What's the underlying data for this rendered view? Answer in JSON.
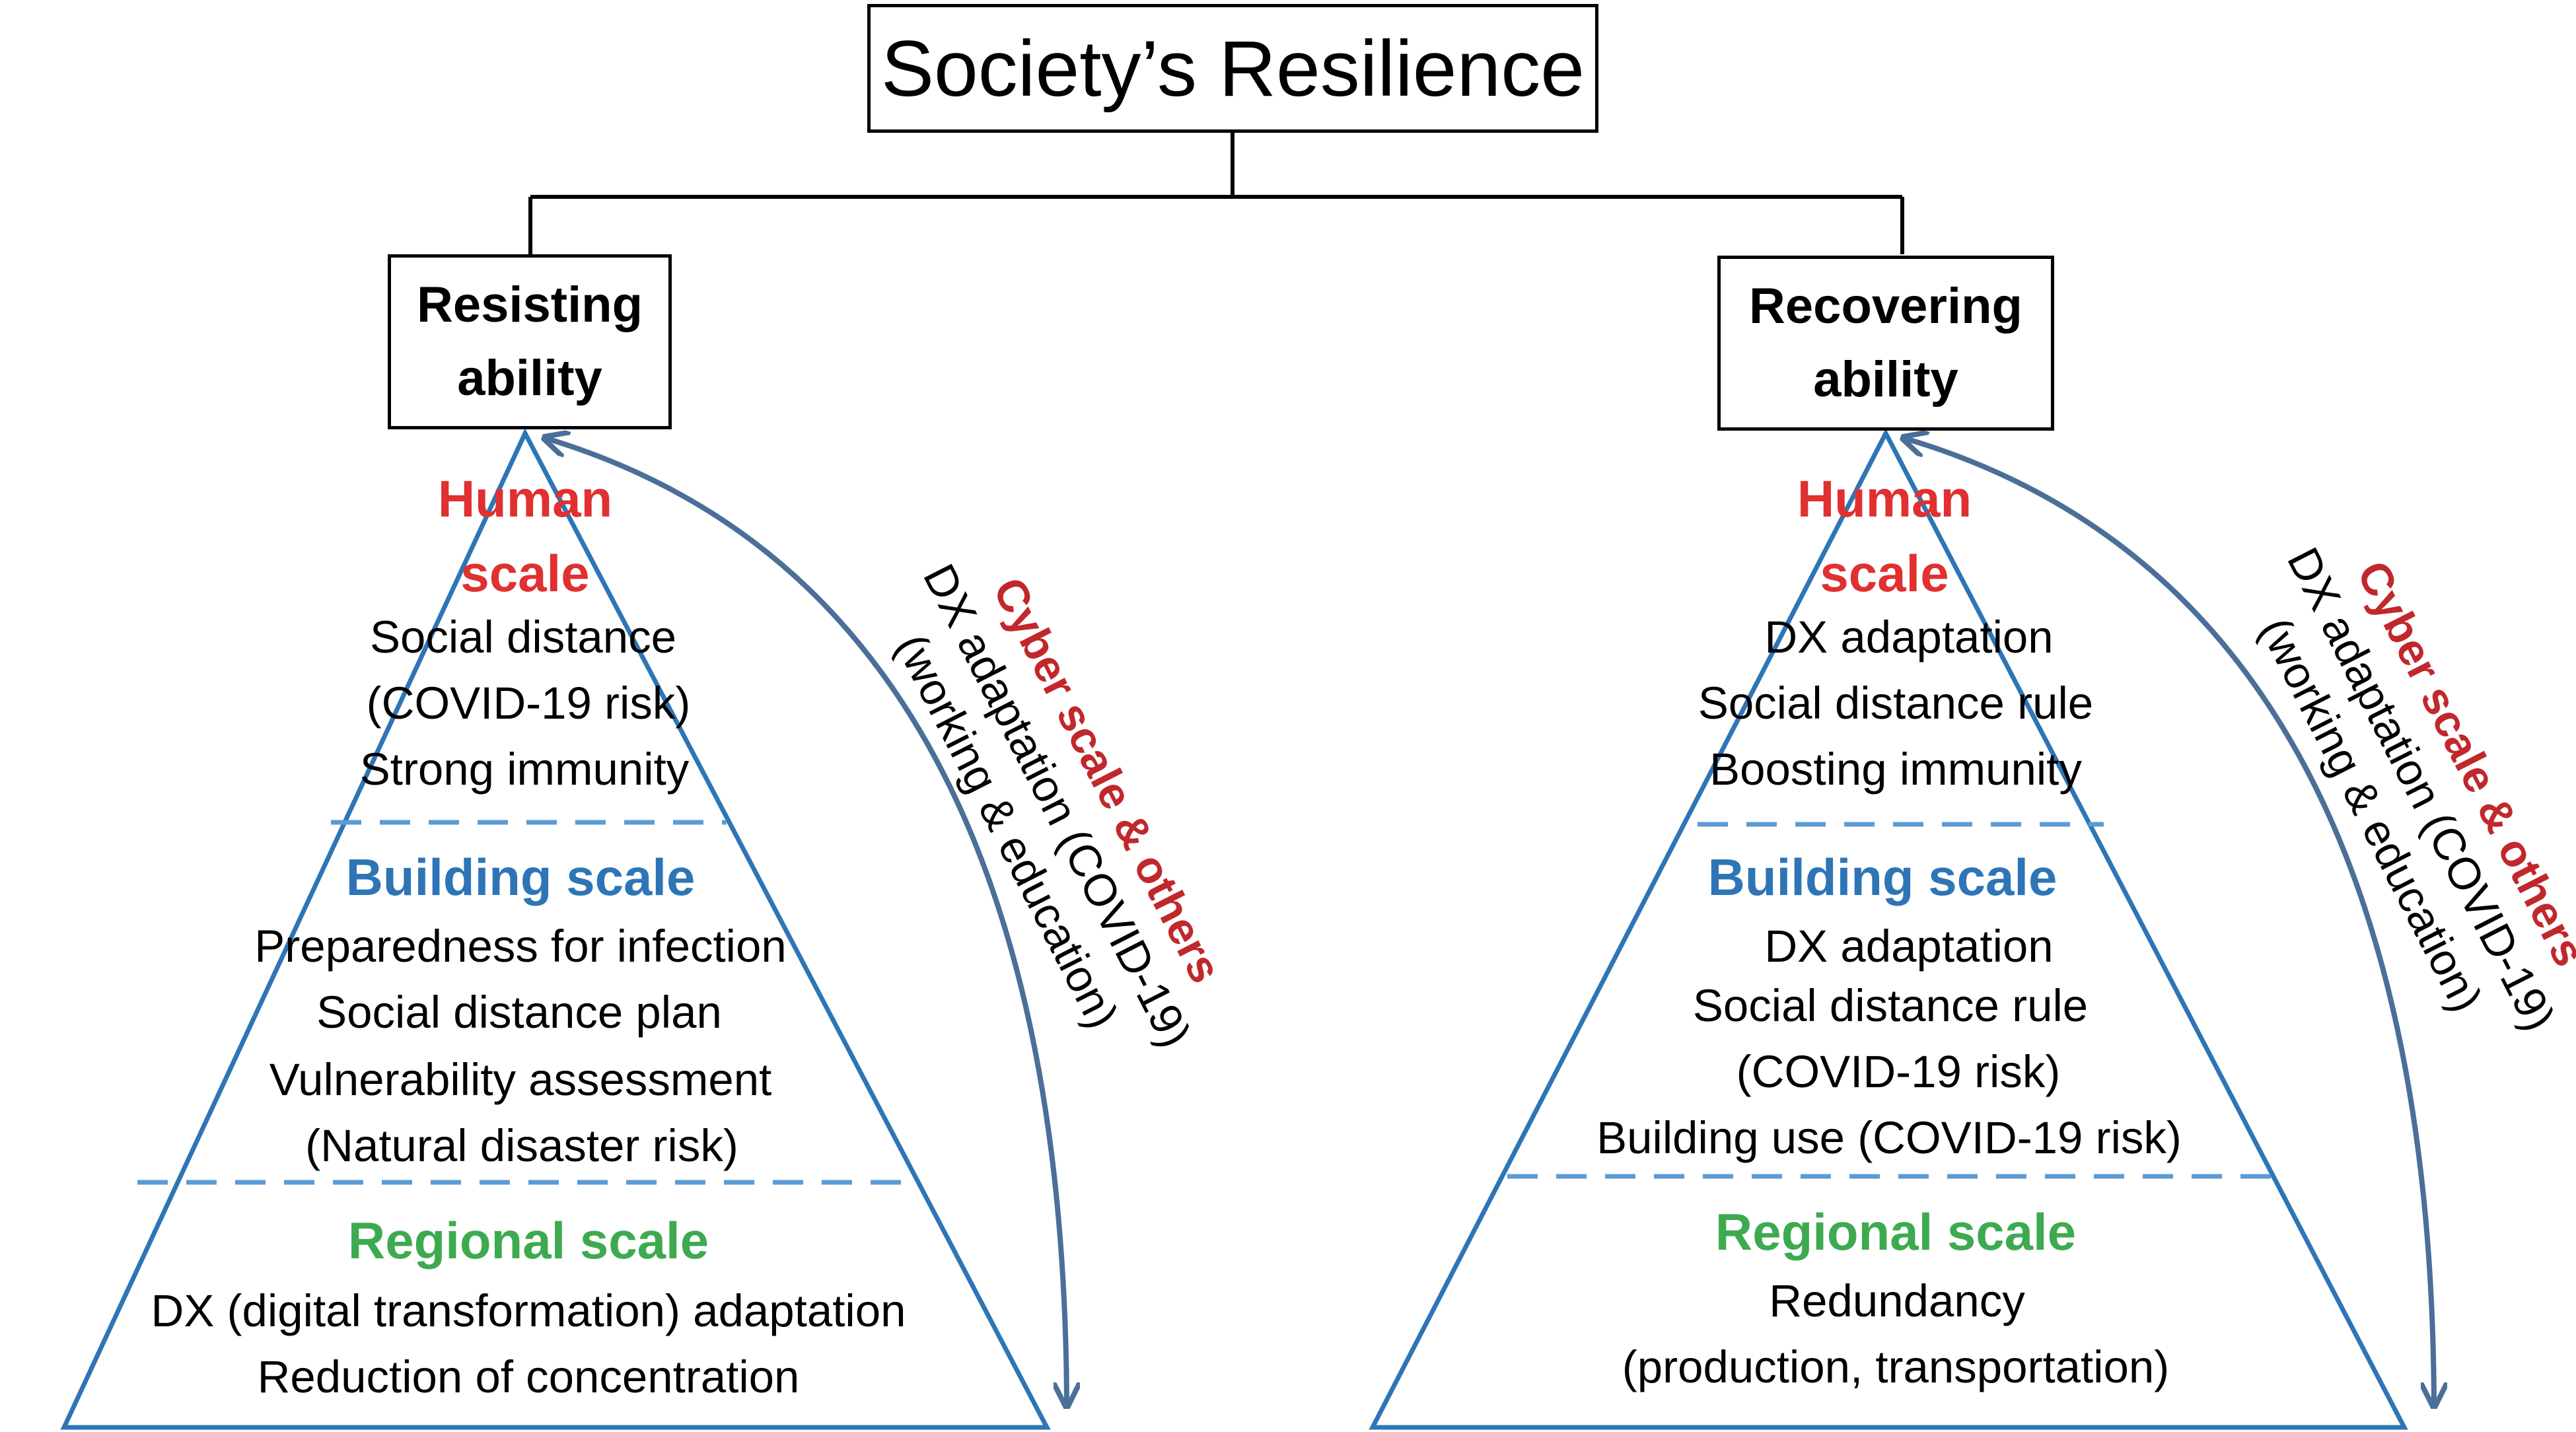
{
  "root": {
    "title": "Society’s Resilience"
  },
  "colors": {
    "human": "#e03030",
    "building": "#2e75b6",
    "regional": "#3daa50",
    "cyber": "#c0282c",
    "pyramid": "#2e75b6",
    "arrow": "#4a6f98"
  },
  "left": {
    "title_line1": "Resisting",
    "title_line2": "ability",
    "human": {
      "label_line1": "Human",
      "label_line2": "scale",
      "items": [
        "Social distance",
        "(COVID-19 risk)",
        "Strong immunity"
      ]
    },
    "building": {
      "label": "Building scale",
      "items": [
        "Preparedness for infection",
        "Social distance plan",
        "Vulnerability assessment",
        "(Natural disaster risk)"
      ]
    },
    "regional": {
      "label": "Regional scale",
      "items": [
        "DX (digital transformation) adaptation",
        "Reduction of concentration"
      ]
    },
    "cyber": {
      "label": "Cyber scale & others",
      "line2": "DX adaptation (COVID-19)",
      "line3": "(working & education)"
    }
  },
  "right": {
    "title_line1": "Recovering",
    "title_line2": "ability",
    "human": {
      "label_line1": "Human",
      "label_line2": "scale",
      "items": [
        "DX adaptation",
        "Social distance rule",
        "Boosting immunity"
      ]
    },
    "building": {
      "label": "Building scale",
      "items": [
        "DX adaptation",
        "Social distance rule",
        "(COVID-19 risk)",
        "Building use (COVID-19 risk)"
      ]
    },
    "regional": {
      "label": "Regional scale",
      "items": [
        "Redundancy",
        "(production, transportation)"
      ]
    },
    "cyber": {
      "label": "Cyber scale & others",
      "line2": "DX adaptation (COVID-19)",
      "line3": "(working & education)"
    }
  }
}
